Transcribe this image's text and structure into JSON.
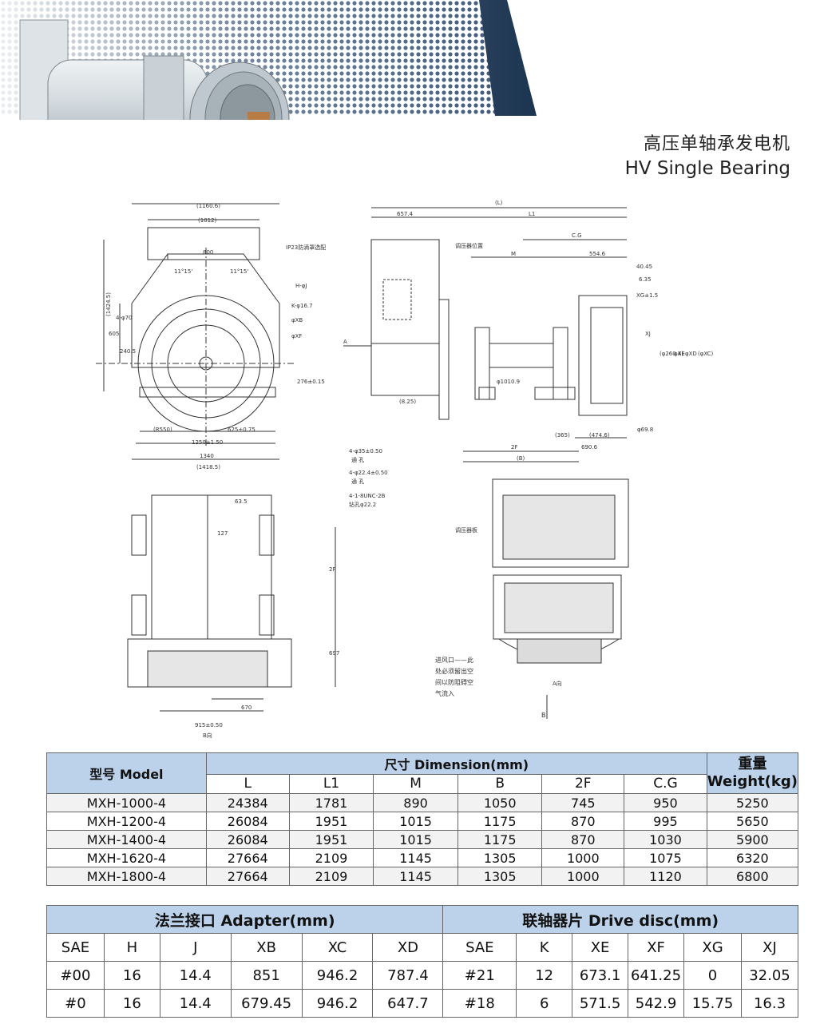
{
  "header": {
    "title_cn": "高压单轴承发电机",
    "title_en": "HV Single Bearing"
  },
  "drawing_labels": {
    "front": {
      "dims": [
        "(1160.6)",
        "(1012)",
        "800",
        "(1424.5)",
        "605",
        "4-φ70",
        "240.5",
        "276±0.15",
        "(R550)",
        "625±0.75",
        "1250±1.50",
        "1340",
        "(1418.5)",
        "11°15'",
        "11°15'"
      ],
      "callouts": [
        "IP23防滴罩选配",
        "H-φJ",
        "K-φ16.7",
        "φXB",
        "φXF"
      ]
    },
    "side": {
      "dims": [
        "(L)",
        "657.4",
        "L1",
        "C.G",
        "M",
        "554.6",
        "40.45",
        "6.35",
        "XG±1.5",
        "XJ",
        "(φ260.4)",
        "φXE",
        "φXD",
        "(φXC)",
        "φ1010.9",
        "(8.25)",
        "(365)",
        "(474.6)",
        "690.6",
        "2F",
        "(B)",
        "φ69.8",
        "A"
      ],
      "callouts": [
        "调压器位置"
      ]
    },
    "bottom": {
      "dims": [
        "63.5",
        "127",
        "2F",
        "697",
        "670",
        "915±0.50"
      ],
      "callouts": [
        "4-φ35±0.50",
        "通 孔",
        "4-φ22.4±0.50",
        "通 孔",
        "4-1-8UNC-2B",
        "钻孔φ22.2"
      ],
      "view": "B向"
    },
    "end": {
      "callouts": [
        "调压器板",
        "进风口——此",
        "处必须留出空",
        "间以防阻碍空",
        "气流入"
      ],
      "view": "A向",
      "arrow": "B"
    }
  },
  "dimension_table": {
    "model_header": "型号  Model",
    "dimension_header": "尺寸 Dimension(mm)",
    "weight_header_cn": "重量",
    "weight_header_en": "Weight(kg)",
    "columns": [
      "L",
      "L1",
      "M",
      "B",
      "2F",
      "C.G"
    ],
    "rows": [
      [
        "MXH-1000-4",
        "24384",
        "1781",
        "890",
        "1050",
        "745",
        "950",
        "5250"
      ],
      [
        "MXH-1200-4",
        "26084",
        "1951",
        "1015",
        "1175",
        "870",
        "995",
        "5650"
      ],
      [
        "MXH-1400-4",
        "26084",
        "1951",
        "1015",
        "1175",
        "870",
        "1030",
        "5900"
      ],
      [
        "MXH-1620-4",
        "27664",
        "2109",
        "1145",
        "1305",
        "1000",
        "1075",
        "6320"
      ],
      [
        "MXH-1800-4",
        "27664",
        "2109",
        "1145",
        "1305",
        "1000",
        "1120",
        "6800"
      ]
    ]
  },
  "adapter_table": {
    "adapter_header": "法兰接口 Adapter(mm)",
    "disc_header": "联轴器片 Drive disc(mm)",
    "columns": [
      "SAE",
      "H",
      "J",
      "XB",
      "XC",
      "XD",
      "SAE",
      "K",
      "XE",
      "XF",
      "XG",
      "XJ"
    ],
    "rows": [
      [
        "#00",
        "16",
        "14.4",
        "851",
        "946.2",
        "787.4",
        "#21",
        "12",
        "673.1",
        "641.25",
        "0",
        "32.05"
      ],
      [
        "#0",
        "16",
        "14.4",
        "679.45",
        "946.2",
        "647.7",
        "#18",
        "6",
        "571.5",
        "542.9",
        "15.75",
        "16.3"
      ]
    ]
  },
  "colors": {
    "banner_navy": "#1b3450",
    "table_header_blue": "#bcd2ea"
  }
}
